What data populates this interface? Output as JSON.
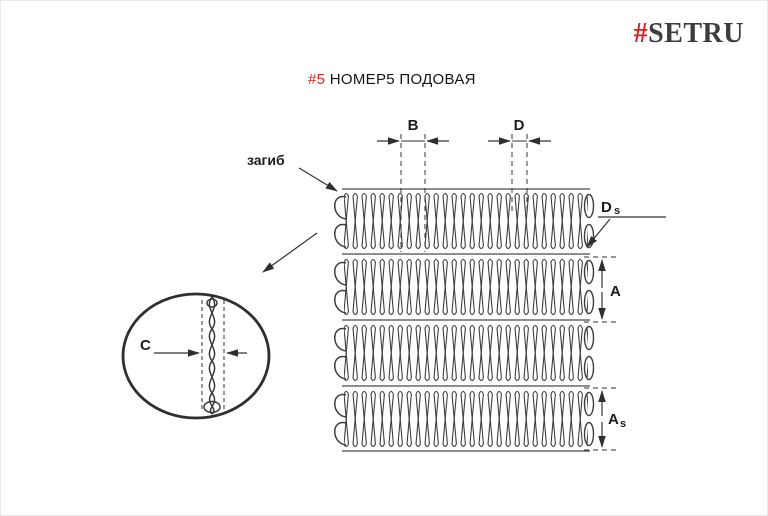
{
  "logo": {
    "hash": "#",
    "text": "SETRU"
  },
  "title": {
    "number": "#5",
    "name": "НОМЕР5 ПОДОВАЯ"
  },
  "colors": {
    "accent_red": "#d42420",
    "line_dark": "#3d3d3d"
  },
  "diagram": {
    "bend_label": "загиб",
    "dims": {
      "b": "B",
      "d": "D",
      "ds_main": "D",
      "ds_sub": "s",
      "a": "A",
      "as_main": "A",
      "as_sub": "s",
      "c": "C"
    }
  }
}
